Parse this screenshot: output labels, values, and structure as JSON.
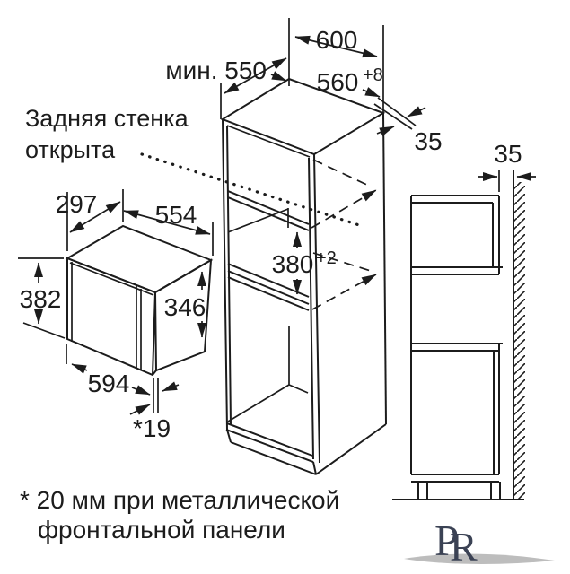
{
  "labels": {
    "back_wall_line1": "Задняя стенка",
    "back_wall_line2": "открыта",
    "note_line1": "* 20 мм при металлической",
    "note_line2": "фронтальной панели"
  },
  "dimensions": {
    "cabinet_depth": "600",
    "min_depth": "мин. 550",
    "niche_width": "560",
    "niche_width_tolerance": "+8",
    "top_strip": "35",
    "wall_gap": "35",
    "niche_height": "380",
    "niche_height_tolerance": "+2",
    "microwave_depth": "297",
    "microwave_body_width": "554",
    "microwave_front_height": "382",
    "microwave_body_height": "346",
    "microwave_front_width": "594",
    "microwave_overhang": "*19"
  },
  "watermark": {
    "letter_p": "P",
    "letter_r": "R"
  },
  "colors": {
    "line": "#1c1c1c",
    "background": "#ffffff",
    "watermark_letters": "#3b4254",
    "watermark_swoosh": "#bdbdbd"
  }
}
